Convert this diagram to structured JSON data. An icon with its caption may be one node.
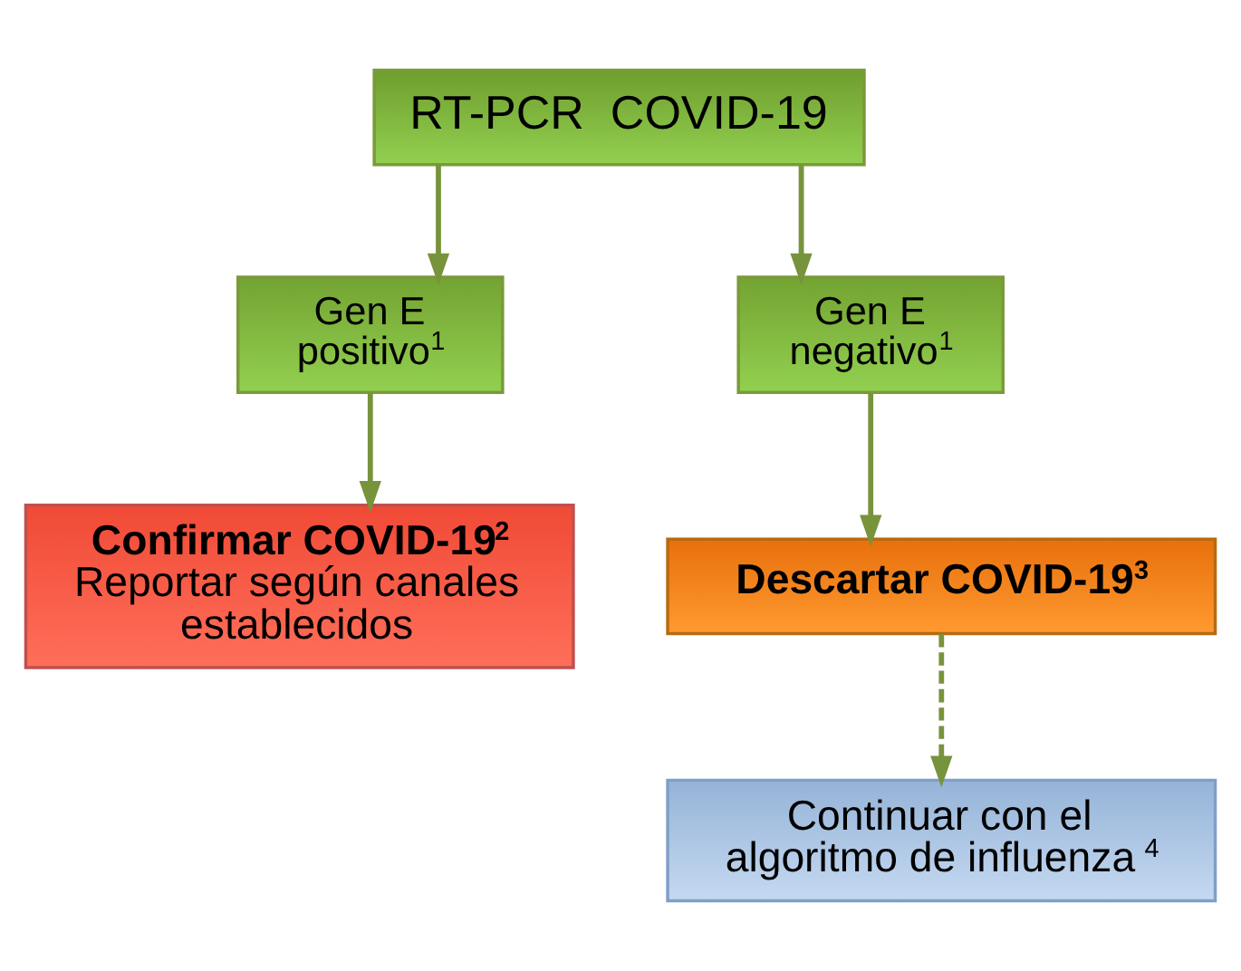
{
  "diagram": {
    "nodes": [
      {
        "text": [
          "RT-PCR  COVID-19"
        ]
      },
      {
        "text": [
          "Gen E positivo$^{1}$"
        ]
      },
      {
        "text": [
          "Gen E negativo$^{1}$"
        ]
      },
      {
        "text": [
          "Confirmar COVID-19$^{2}$",
          "Reportar según canales establecidos"
        ]
      },
      {
        "text": [
          "Descartar COVID-19$^{3}$"
        ]
      },
      {
        "text": [
          "Continuar con el algoritmo de influenza$^{4}$"
        ]
      }
    ],
    "edges": [
      {
        "from": 0,
        "to": 1,
        "arrow": "to"
      },
      {
        "from": 0,
        "to": 2,
        "arrow": "to"
      },
      {
        "from": 1,
        "to": 3,
        "arrow": "to"
      },
      {
        "from": 2,
        "to": 4,
        "arrow": "to"
      },
      {
        "from": 4,
        "to": 5,
        "arrow": "to",
        "style": "dashed"
      }
    ]
  }
}
